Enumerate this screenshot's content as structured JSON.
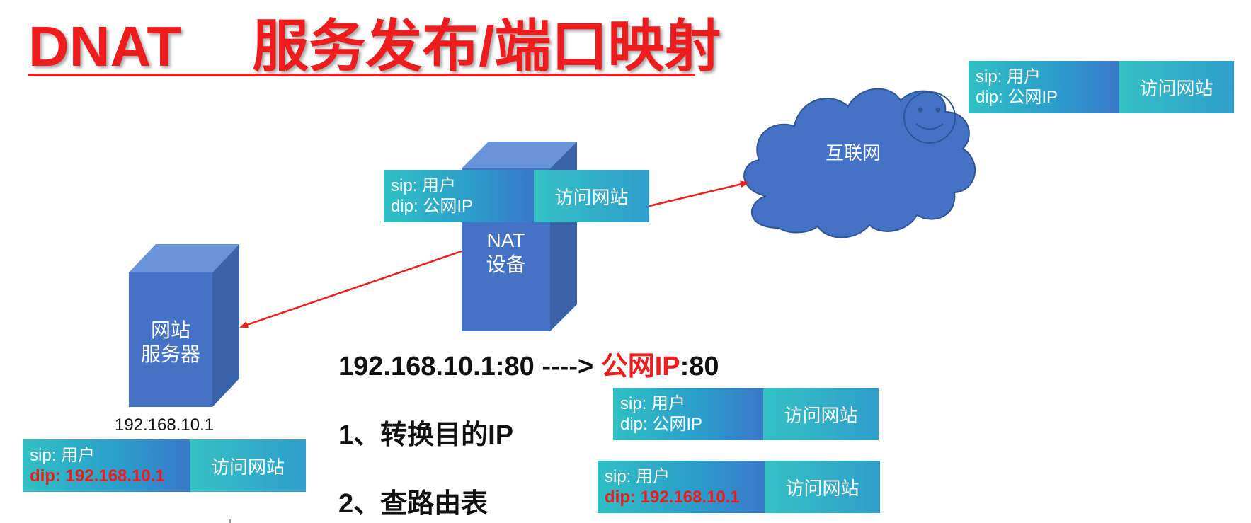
{
  "title": {
    "part1": "DNAT",
    "part2": "服务发布/端口映射"
  },
  "cloud": {
    "label": "互联网",
    "face_icon": "smiley-face-icon"
  },
  "nat_device": {
    "line1": "NAT",
    "line2": "设备"
  },
  "web_server": {
    "line1": "网站",
    "line2": "服务器",
    "ip": "192.168.10.1"
  },
  "mapping": {
    "left": "192.168.10.1:80 ---->",
    "right_red": "公网IP",
    "right_tail": ":80"
  },
  "steps": [
    "1、转换目的IP",
    "2、查路由表"
  ],
  "packets": {
    "internet": {
      "sip": "sip: 用户",
      "dip": "dip: 公网IP",
      "action": "访问网站"
    },
    "nat": {
      "sip": "sip: 用户",
      "dip": "dip: 公网IP",
      "action": "访问网站"
    },
    "before": {
      "sip": "sip: 用户",
      "dip": "dip: 公网IP",
      "action": "访问网站"
    },
    "after": {
      "sip": "sip: 用户",
      "dip": "dip: 192.168.10.1",
      "action": "访问网站"
    },
    "server": {
      "sip": "sip: 用户",
      "dip": "dip: 192.168.10.1",
      "action": "访问网站"
    }
  },
  "colors": {
    "accent_red": "#ee1c1c",
    "box_blue": "#4472c4",
    "packet_teal": "#2fb8c6"
  }
}
